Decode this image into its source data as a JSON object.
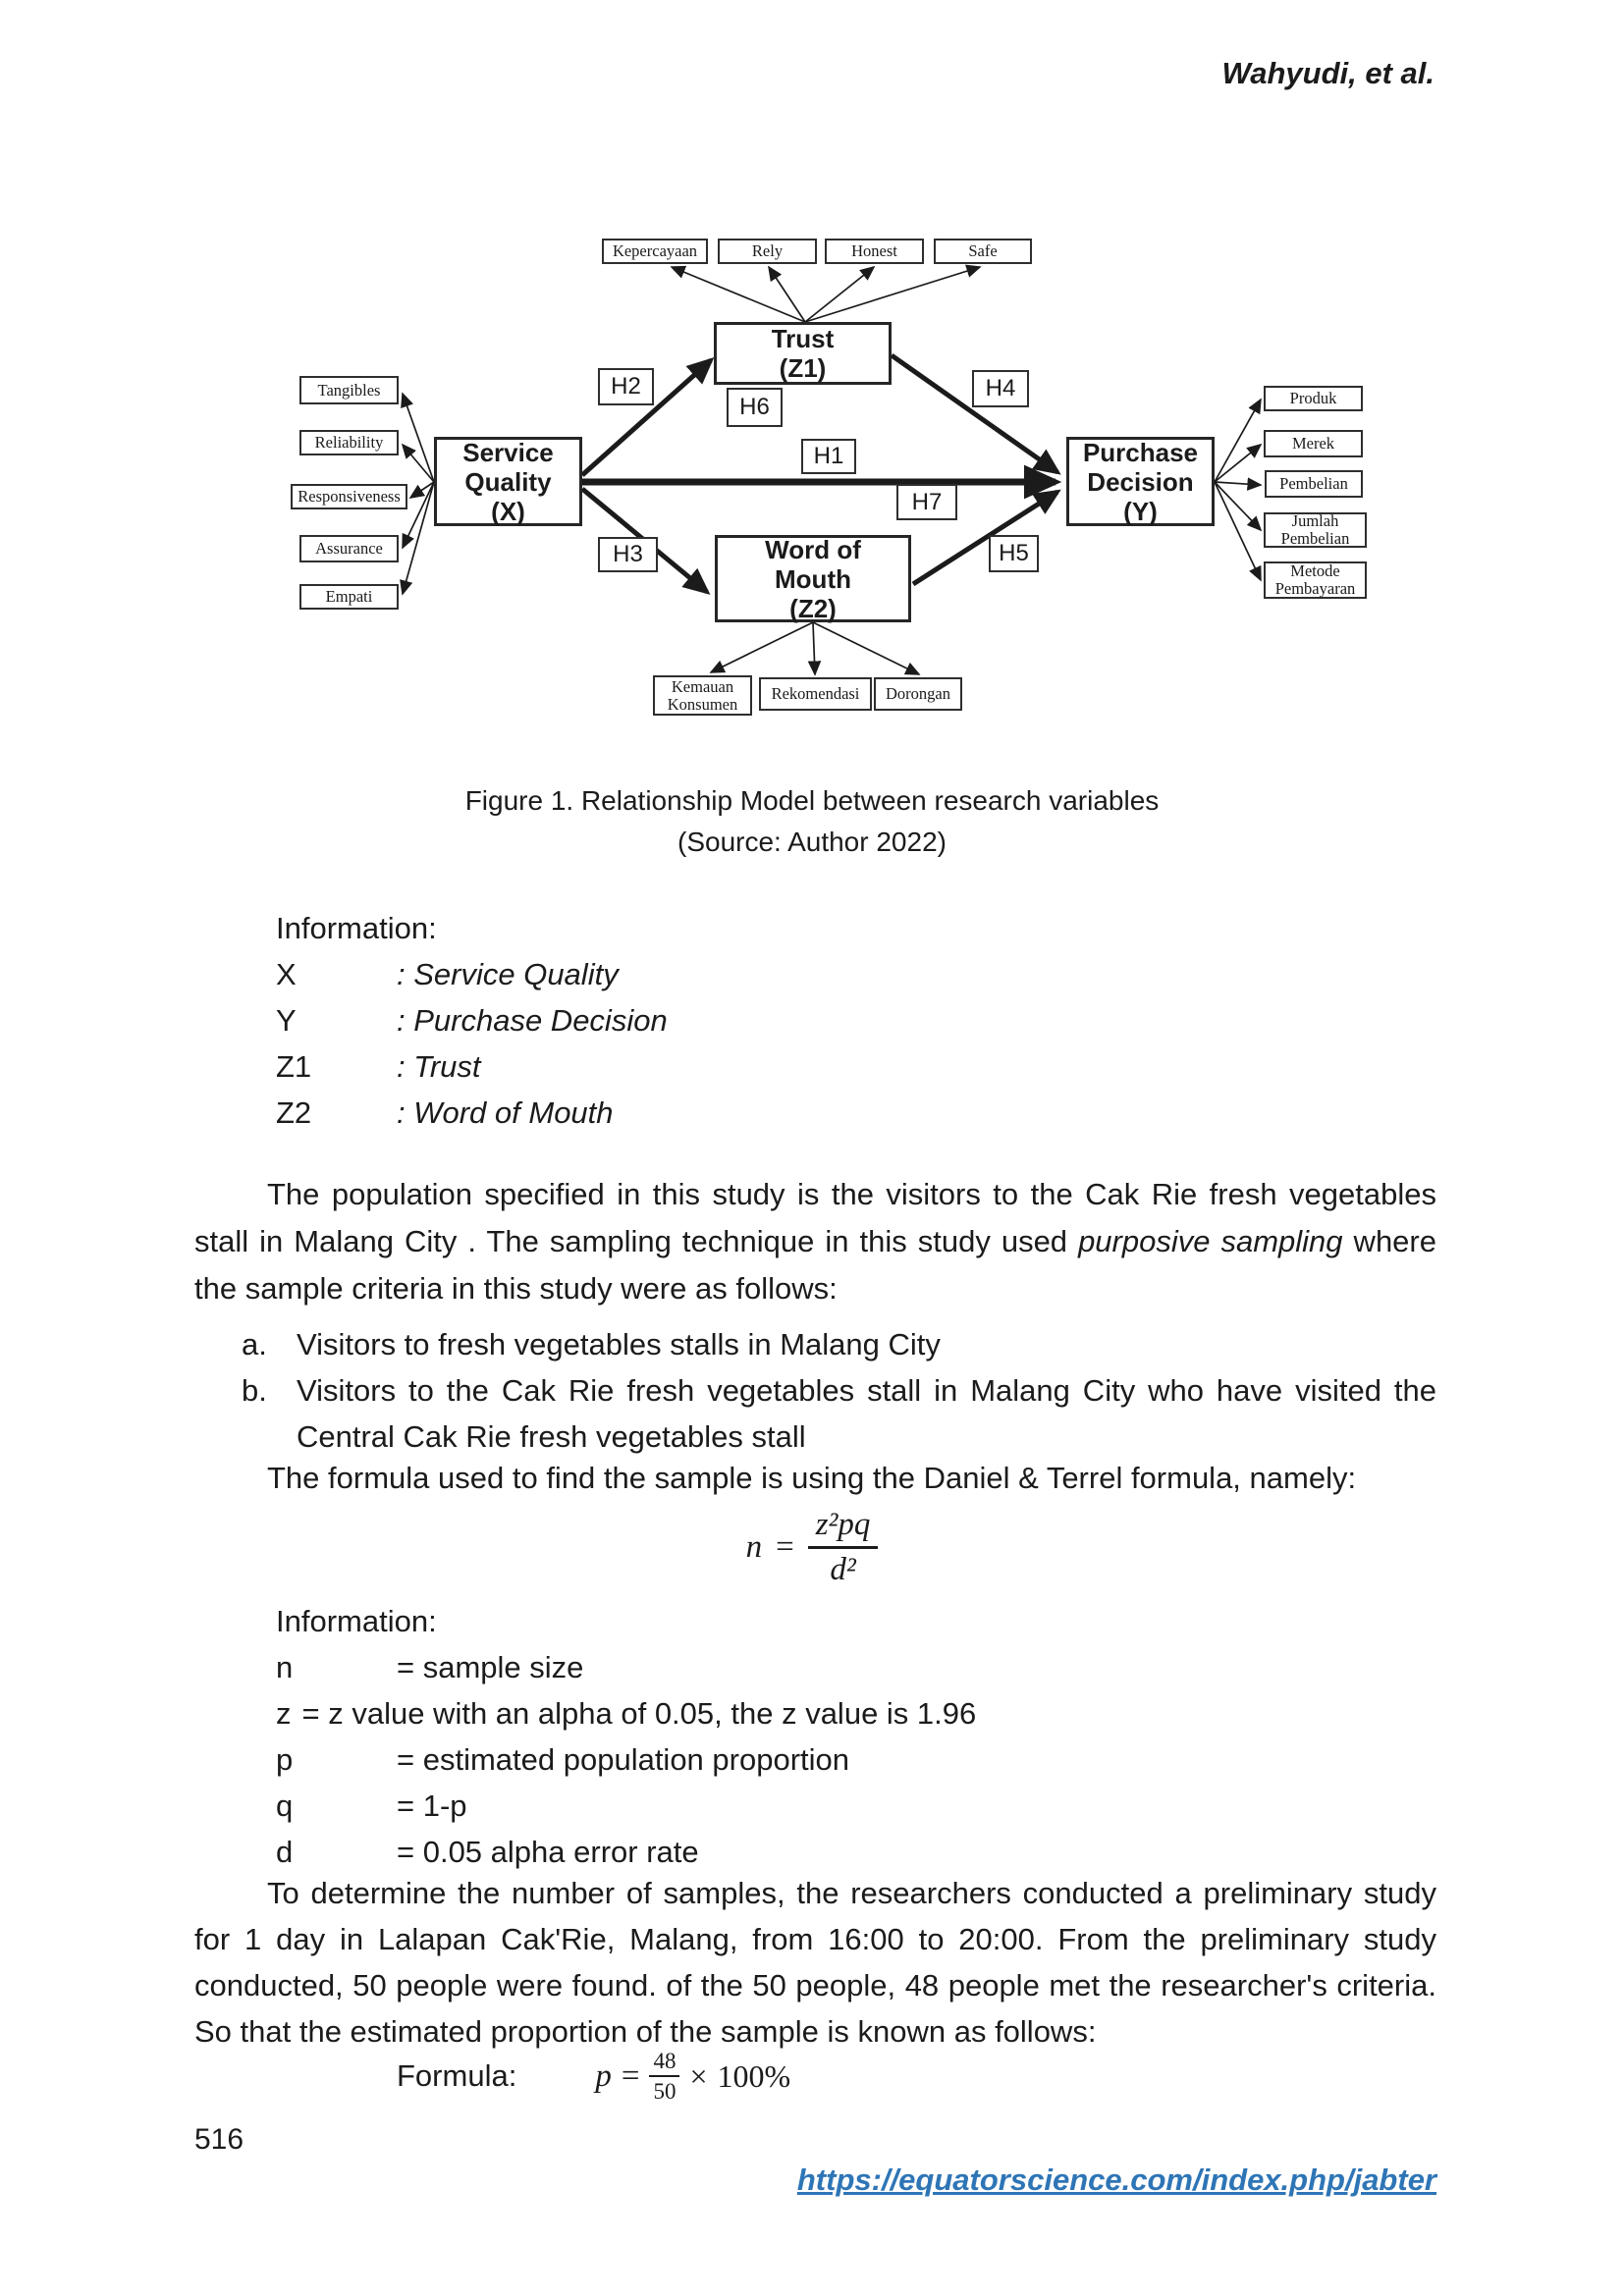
{
  "page": {
    "header_author": "Wahyudi, et al.",
    "page_number": "516"
  },
  "footer": {
    "link": "https://equatorscience.com/index.php/jabter"
  },
  "colors": {
    "link_blue": "#2E75B6",
    "text": "#1b1b1b"
  },
  "figure": {
    "caption_line1": "Figure 1. Relationship Model between research variables",
    "caption_line2": "(Source: Author 2022)",
    "nodes": {
      "trust": "Trust\n(Z1)",
      "service_quality": "Service\nQuality\n(X)",
      "purchase_decision": "Purchase\nDecision\n(Y)",
      "word_of_mouth": "Word of\nMouth\n(Z2)"
    },
    "trust_indicators": [
      "Kepercayaan",
      "Rely",
      "Honest",
      "Safe"
    ],
    "service_quality_indicators": [
      "Tangibles",
      "Reliability",
      "Responsiveness",
      "Assurance",
      "Empati"
    ],
    "purchase_decision_indicators": [
      "Produk",
      "Merek",
      "Pembelian",
      "Jumlah\nPembelian",
      "Metode\nPembayaran"
    ],
    "word_of_mouth_indicators": [
      "Kemauan\nKonsumen",
      "Rekomendasi",
      "Dorongan"
    ],
    "hypothesis_labels": {
      "h1": "H1",
      "h2": "H2",
      "h3": "H3",
      "h4": "H4",
      "h5": "H5",
      "h6": "H6",
      "h7": "H7"
    }
  },
  "information1": {
    "title": "Information:",
    "rows": [
      {
        "key": "X",
        "value": ": Service Quality"
      },
      {
        "key": "Y",
        "value": ": Purchase Decision"
      },
      {
        "key": "Z1",
        "value": ": Trust"
      },
      {
        "key": "Z2",
        "value": ": Word of Mouth"
      }
    ]
  },
  "paragraph1": {
    "pre": "The population specified in this study is the visitors to the Cak Rie fresh vegetables stall in Malang City . The sampling technique in this study used ",
    "italic": "purposive sampling",
    "post": " where the sample criteria in this study were as follows:"
  },
  "criteria_list": [
    {
      "marker": "a.",
      "text": "Visitors to fresh vegetables stalls in Malang City"
    },
    {
      "marker": "b.",
      "text": "Visitors to the Cak Rie fresh vegetables stall in Malang City who have visited the Central Cak Rie fresh vegetables stall"
    }
  ],
  "formula_intro": "The formula used to find the sample is using the Daniel & Terrel formula, namely:",
  "formula1": {
    "lhs": "n",
    "eq": "=",
    "numerator": "z²pq",
    "denominator": "d²"
  },
  "information2": {
    "title": "Information:",
    "rows": [
      {
        "key": "n",
        "value": "= sample size"
      },
      {
        "key": "z",
        "value": "= z value with an alpha of 0.05, the z value is 1.96"
      },
      {
        "key": "p",
        "value": "= estimated population proportion"
      },
      {
        "key": "q",
        "value": "= 1-p"
      },
      {
        "key": "d",
        "value": "= 0.05 alpha error rate"
      }
    ]
  },
  "paragraph2": "To determine the number of samples, the researchers conducted a preliminary study for 1 day in Lalapan Cak'Rie, Malang, from 16:00 to 20:00. From the preliminary study conducted, 50 people were found. of the 50 people, 48 people met the researcher's criteria. So that the estimated proportion of the sample is known as follows:",
  "formula2": {
    "label": "Formula:",
    "lhs": "p",
    "eq": "=",
    "numerator": "48",
    "denominator": "50",
    "times": "×",
    "rhs": "100%"
  }
}
